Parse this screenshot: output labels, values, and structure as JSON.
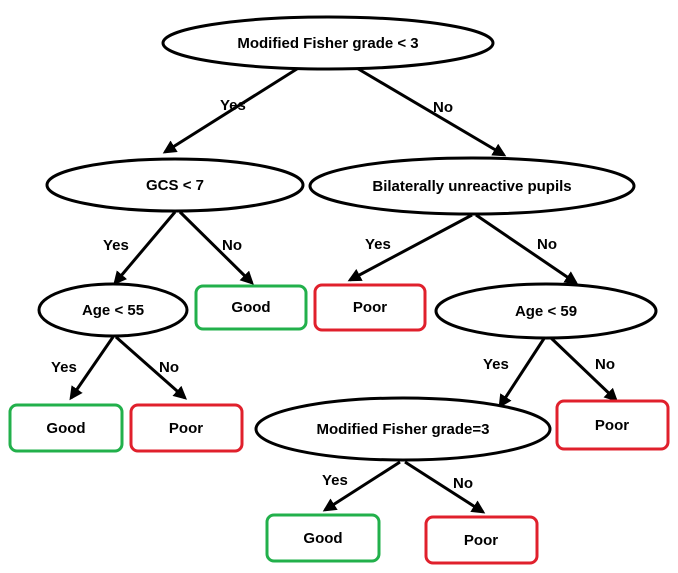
{
  "colors": {
    "good_border": "#22b04b",
    "poor_border": "#e0202c",
    "good_text": "#22b04b",
    "text": "#000000",
    "line": "#000000"
  },
  "nodes": {
    "root": "Modified Fisher grade < 3",
    "gcs": "GCS < 7",
    "pupils": "Bilaterally unreactive pupils",
    "age55": "Age < 55",
    "age59": "Age < 59",
    "fisher3": "Modified Fisher grade=3"
  },
  "leaves": {
    "gcs_no": "Good",
    "pupils_yes": "Poor",
    "age55_yes": "Good",
    "age55_no": "Poor",
    "age59_no": "Poor",
    "fisher3_yes": "Good",
    "fisher3_no": "Poor"
  },
  "edges": {
    "root_yes": "Yes",
    "root_no": "No",
    "gcs_yes": "Yes",
    "gcs_no": "No",
    "pupils_yes": "Yes",
    "pupils_no": "No",
    "age55_yes": "Yes",
    "age55_no": "No",
    "age59_yes": "Yes",
    "age59_no": "No",
    "fisher3_yes": "Yes",
    "fisher3_no": "No"
  }
}
